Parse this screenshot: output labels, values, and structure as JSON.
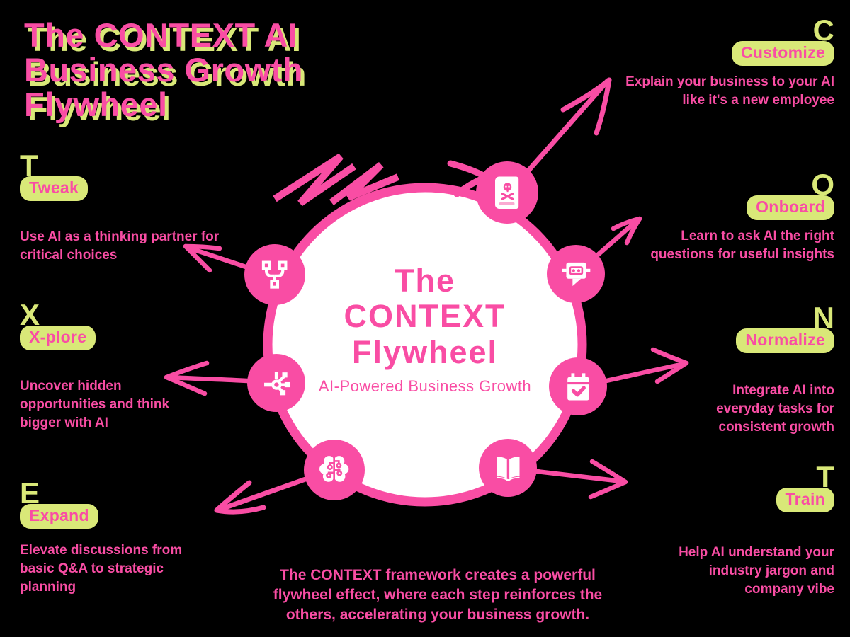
{
  "colors": {
    "background": "#000000",
    "pink": "#F94DA4",
    "lime": "#D9E878",
    "white": "#FFFFFF"
  },
  "title": {
    "line1": "The CONTEXT AI",
    "line2": "Business Growth",
    "line3": "Flywheel"
  },
  "hub": {
    "line1": "The",
    "line2": "CONTEXT",
    "line3": "Flywheel",
    "subtitle": "AI-Powered Business Growth"
  },
  "steps": [
    {
      "letter": "C",
      "label": "Customize",
      "icon": "skull-book-icon",
      "description": "Explain your business to your AI like it's a new employee"
    },
    {
      "letter": "O",
      "label": "Onboard",
      "icon": "robot-chat-icon",
      "description": "Learn to ask AI the right questions for useful insights"
    },
    {
      "letter": "N",
      "label": "Normalize",
      "icon": "calendar-check-icon",
      "description": "Integrate AI into everyday tasks for consistent growth"
    },
    {
      "letter": "T",
      "label": "Train",
      "icon": "open-book-icon",
      "description": "Help AI understand your industry jargon and company vibe"
    },
    {
      "letter": "E",
      "label": "Expand",
      "icon": "brain-circuit-icon",
      "description": "Elevate discussions from basic Q&A to strategic planning"
    },
    {
      "letter": "X",
      "label": "X-plore",
      "icon": "network-hub-icon",
      "description": "Uncover hidden opportunities and think bigger with AI"
    },
    {
      "letter": "T",
      "label": "Tweak",
      "icon": "merge-split-icon",
      "description": "Use AI as a thinking partner for critical choices"
    }
  ],
  "footer": {
    "text": "The CONTEXT framework creates a powerful flywheel effect, where each step reinforces the others, accelerating your business growth."
  }
}
